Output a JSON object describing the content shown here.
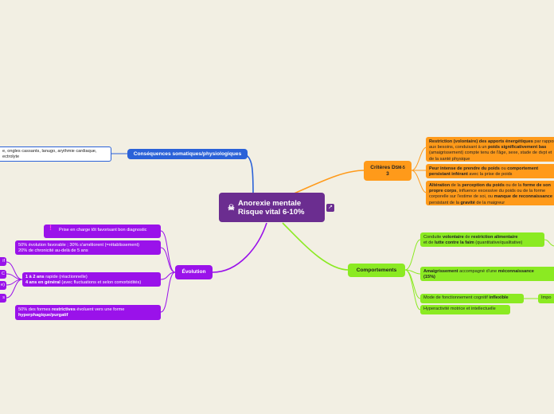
{
  "central": {
    "line1": "Anorexie mentale",
    "line2": "Risque vital 6-10%",
    "icon": "skull-icon"
  },
  "expander_icon": "share-icon",
  "colors": {
    "central": "#6b2d90",
    "orange": "#ff9a1a",
    "green": "#8bea22",
    "purple": "#9a12ea",
    "blue": "#2b62d8",
    "background": "#f2efe3"
  },
  "somatic": {
    "label": "Conséquences somatiques/physiologiques",
    "child": {
      "line1": "e, ongles cassants, lanugo, arythmie cardiaque,",
      "line2": "ectrolyte"
    }
  },
  "criteria": {
    "label_part1": "Critères D",
    "label_part2": "SM-5",
    "label_part3": "3",
    "items": [
      {
        "segments": [
          "Restriction (volontaire) des apports énergétiques",
          " par rapport aux besoins, conduisant à un ",
          "poids significativement bas",
          " (amaigrissement) compte tenu de l'âge, sexe, stade de dvpt et de la santé physique"
        ]
      },
      {
        "segments": [
          "Peur intense de prendre du poids",
          " ou ",
          "comportement persistant inférant",
          " avec la prise de poids"
        ]
      },
      {
        "segments": [
          "Altération",
          " de la ",
          "perception du poids",
          " ou de la ",
          "forme de son propre corps",
          ", influence excessive du poids ou de la forme corporelle sur l'estime de soi, ou ",
          "manque de reconnaissance",
          " persistant de la ",
          "gravité",
          " de la maigreur"
        ]
      }
    ]
  },
  "behaviors": {
    "label": "Comportements",
    "items": [
      {
        "segments": [
          "Conduite ",
          "volontaire",
          " de ",
          "restriction alimentaire",
          " et de ",
          "lutte contre la faim",
          " (quantitative/qualitative)"
        ]
      },
      {
        "segments": [
          "Amaigrissement",
          " accompagné d'une ",
          "méconnaissance",
          " (15%)"
        ]
      },
      {
        "segments": [
          "Mode de fonctionnement cognitif ",
          "inflexible"
        ]
      },
      {
        "segments": [
          "Hyperactivité motrice et intellectuelle"
        ]
      }
    ],
    "inflexible_child": "Impo"
  },
  "evolution": {
    "label": "Évolution",
    "items": [
      {
        "text": "Prise en charge tôt favorisant bon diagnostic"
      },
      {
        "line1": "50% évolution favorable ; 30% s'améliorent (=rétablissement)",
        "line2": "20% de chronicité au-delà de 5 ans"
      },
      {
        "segments": [
          "1 à 2 ans",
          " rapide (réactionnelle)"
        ],
        "segments2": [
          "4 ans en général",
          " (avec fluctuations et selon comorbidités)"
        ]
      },
      {
        "segments": [
          "50% des formes ",
          "restrictives",
          " évoluent vers une forme"
        ],
        "segments2": [
          "hyperphagique/purgatif"
        ]
      }
    ],
    "left_stubs": [
      "if",
      "C",
      "e)",
      "s"
    ]
  }
}
